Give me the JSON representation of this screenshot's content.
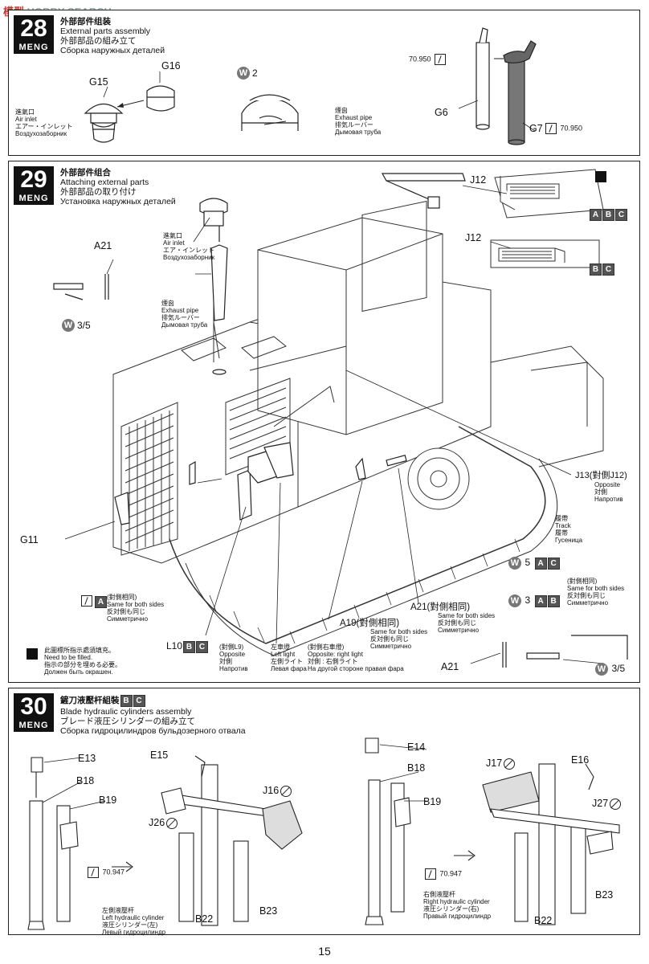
{
  "watermark": {
    "prefix": "模型",
    "name": "HOBBY SEARCH"
  },
  "brand": "MENG",
  "page_number": "15",
  "step28": {
    "number": "28",
    "title_cn": "外部部件组装",
    "title_en": "External parts assembly",
    "title_jp": "外部部品の組み立て",
    "title_ru": "Сборка наружных деталей",
    "parts": {
      "g15": "G15",
      "g16": "G16",
      "g6": "G6",
      "g7": "G7"
    },
    "w_label": "2",
    "paint_top": "70.950",
    "paint_bottom": "70.950",
    "air_inlet": [
      "進氣口",
      "Air inlet",
      "エアー・インレット",
      "Воздухозаборник"
    ],
    "exhaust": [
      "煙囪",
      "Exhaust pipe",
      "排気ルーバー",
      "Дымовая труба"
    ]
  },
  "step29": {
    "number": "29",
    "title_cn": "外部部件组合",
    "title_en": "Attaching external parts",
    "title_jp": "外部部品の取り付け",
    "title_ru": "Установка наружных деталей",
    "parts": {
      "a21_top": "A21",
      "a21_mid": "A21(對側相同)",
      "a21_bottom": "A21",
      "j12_top": "J12",
      "j12_mid": "J12",
      "j13": "J13(對側J12)",
      "g11": "G11",
      "a19": "A19(對側相同)",
      "l10": "L10"
    },
    "sq": {
      "abc": [
        "A",
        "B",
        "C"
      ],
      "bc": [
        "B",
        "C"
      ],
      "a": "A",
      "l_bc": [
        "B",
        "C"
      ],
      "w5": [
        "A",
        "C"
      ],
      "w3": [
        "A",
        "B"
      ]
    },
    "w_codes": {
      "w35_left": "3/5",
      "w5": "5",
      "w3": "3",
      "w35_right": "3/5"
    },
    "air_inlet": [
      "進氣口",
      "Air inlet",
      "エア・インレット",
      "Воздухозаборник"
    ],
    "exhaust": [
      "煙囪",
      "Exhaust pipe",
      "排気ルーバー",
      "Дымовая труба"
    ],
    "j13_note": [
      "Opposite",
      "対側",
      "Напротив"
    ],
    "track": [
      "履帶",
      "Track",
      "履帯",
      "Гусеница"
    ],
    "same_sides": [
      "(對側相同)",
      "Same for both sides",
      "反対側も同じ",
      "Симметрично"
    ],
    "a_same": [
      "(對側相同)",
      "Same for both sides",
      "反対側も同じ",
      "Симметрично"
    ],
    "a19_note": [
      "Same for both sides",
      "反対側も同じ",
      "Симметрично"
    ],
    "a21_note": [
      "Same for both sides",
      "反対側も同じ",
      "Симметрично"
    ],
    "l10_note": [
      "(對側L9)",
      "Opposite",
      "対側",
      "Напротив"
    ],
    "left_light": [
      "左車燈",
      "Left light",
      "左側ライト",
      "Левая фара"
    ],
    "right_light": [
      "(對側右車燈)",
      "Opposite: right light",
      "対側 : 右側ライト",
      "На другой стороне правая фара"
    ],
    "fill_note": [
      "此圖標所指示處須填充。",
      "Need to be filled.",
      "指示の部分を埋める必要。",
      "Должен быть окрашен."
    ]
  },
  "step30": {
    "number": "30",
    "title_cn": "鏟刀液壓杆組裝",
    "title_en": "Blade hydraulic cylinders assembly",
    "title_jp": "ブレード液圧シリンダーの組み立て",
    "title_ru": "Сборка гидроцилиндров бульдозерного отвала",
    "title_sq": [
      "B",
      "C"
    ],
    "left": {
      "e13": "E13",
      "b18": "B18",
      "b19": "B19",
      "e15": "E15",
      "j16": "J16",
      "j26": "J26",
      "b22": "B22",
      "b23": "B23",
      "paint": "70.947",
      "caption": [
        "左側液壓杆",
        "Left hydraulic cylinder",
        "液圧シリンダー(左)",
        "Левый гидроцилиндр"
      ]
    },
    "right": {
      "e14": "E14",
      "b18": "B18",
      "b19": "B19",
      "j17": "J17",
      "e16": "E16",
      "j27": "J27",
      "b22": "B22",
      "b23": "B23",
      "paint": "70.947",
      "caption": [
        "右側液壓杆",
        "Right hydraulic cylinder",
        "液圧シリンダー(右)",
        "Правый гидроцилиндр"
      ]
    }
  }
}
